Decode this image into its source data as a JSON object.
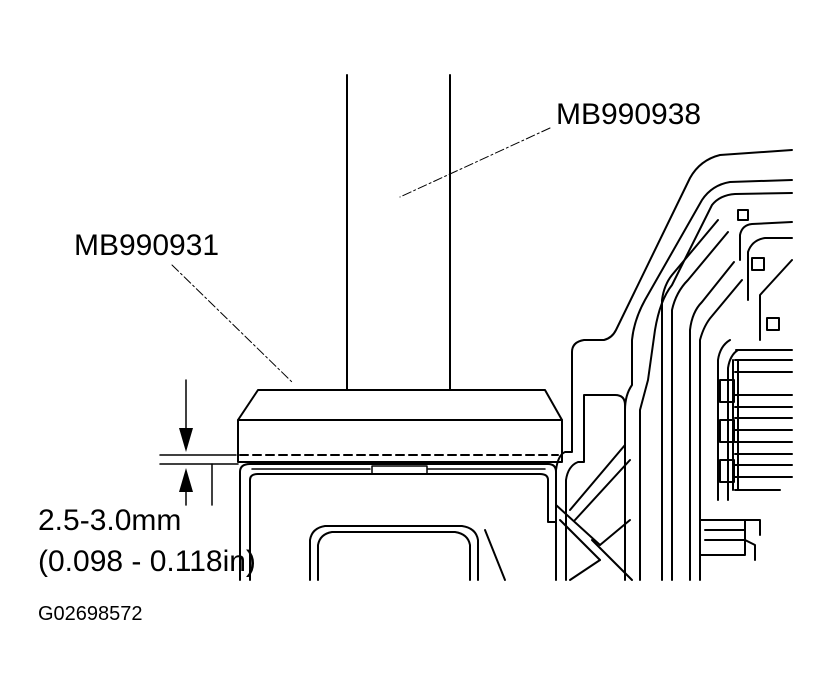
{
  "callouts": {
    "tool_upper": "MB990938",
    "tool_lower": "MB990931"
  },
  "dimension": {
    "metric": "2.5-3.0mm",
    "imperial": "(0.098 - 0.118in)"
  },
  "figure_id": "G02698572",
  "colors": {
    "ink": "#000000",
    "paper": "#ffffff"
  }
}
